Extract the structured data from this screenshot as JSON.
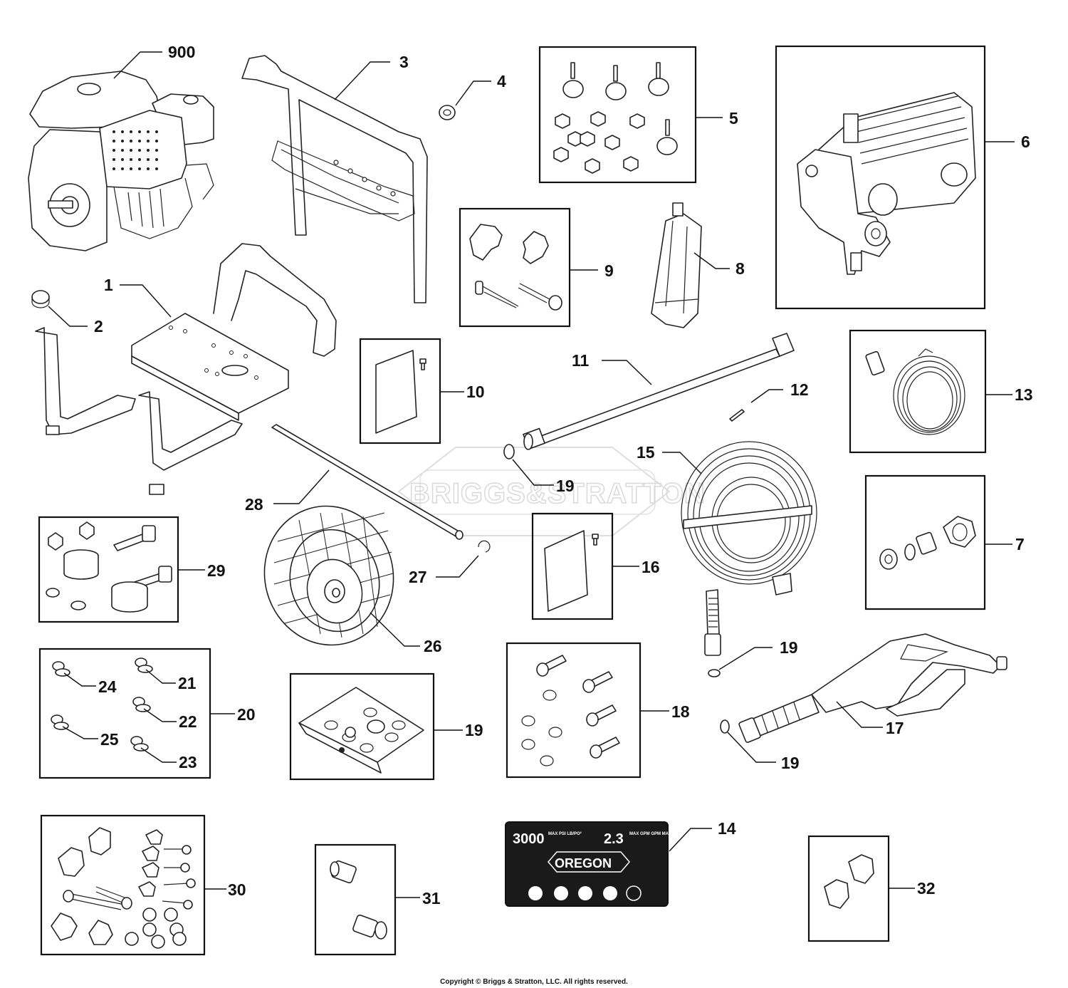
{
  "watermark": "BRIGGS&STRATTON",
  "copyright": "Copyright © Briggs & Stratton, LLC. All rights reserved.",
  "callouts": [
    {
      "id": "c900",
      "label": "900"
    },
    {
      "id": "c3",
      "label": "3"
    },
    {
      "id": "c4",
      "label": "4"
    },
    {
      "id": "c5",
      "label": "5"
    },
    {
      "id": "c6",
      "label": "6"
    },
    {
      "id": "c1",
      "label": "1"
    },
    {
      "id": "c2",
      "label": "2"
    },
    {
      "id": "c9",
      "label": "9"
    },
    {
      "id": "c8",
      "label": "8"
    },
    {
      "id": "c10",
      "label": "10"
    },
    {
      "id": "c11",
      "label": "11"
    },
    {
      "id": "c12",
      "label": "12"
    },
    {
      "id": "c13",
      "label": "13"
    },
    {
      "id": "c15",
      "label": "15"
    },
    {
      "id": "c19a",
      "label": "19"
    },
    {
      "id": "c28",
      "label": "28"
    },
    {
      "id": "c7",
      "label": "7"
    },
    {
      "id": "c29",
      "label": "29"
    },
    {
      "id": "c27",
      "label": "27"
    },
    {
      "id": "c16",
      "label": "16"
    },
    {
      "id": "c26",
      "label": "26"
    },
    {
      "id": "c19b",
      "label": "19"
    },
    {
      "id": "c24",
      "label": "24"
    },
    {
      "id": "c21",
      "label": "21"
    },
    {
      "id": "c20",
      "label": "20"
    },
    {
      "id": "c22",
      "label": "22"
    },
    {
      "id": "c25",
      "label": "25"
    },
    {
      "id": "c23",
      "label": "23"
    },
    {
      "id": "c19c",
      "label": "19"
    },
    {
      "id": "c18",
      "label": "18"
    },
    {
      "id": "c17",
      "label": "17"
    },
    {
      "id": "c19d",
      "label": "19"
    },
    {
      "id": "c14",
      "label": "14"
    },
    {
      "id": "c30",
      "label": "30"
    },
    {
      "id": "c31",
      "label": "31"
    },
    {
      "id": "c32",
      "label": "32"
    }
  ],
  "decal": {
    "psi": "3000",
    "psi_unit": "MAX PSI LB/PO²",
    "gpm": "2.3",
    "gpm_unit": "MAX GPM GPM MAXIMUM",
    "brand": "OREGON"
  }
}
